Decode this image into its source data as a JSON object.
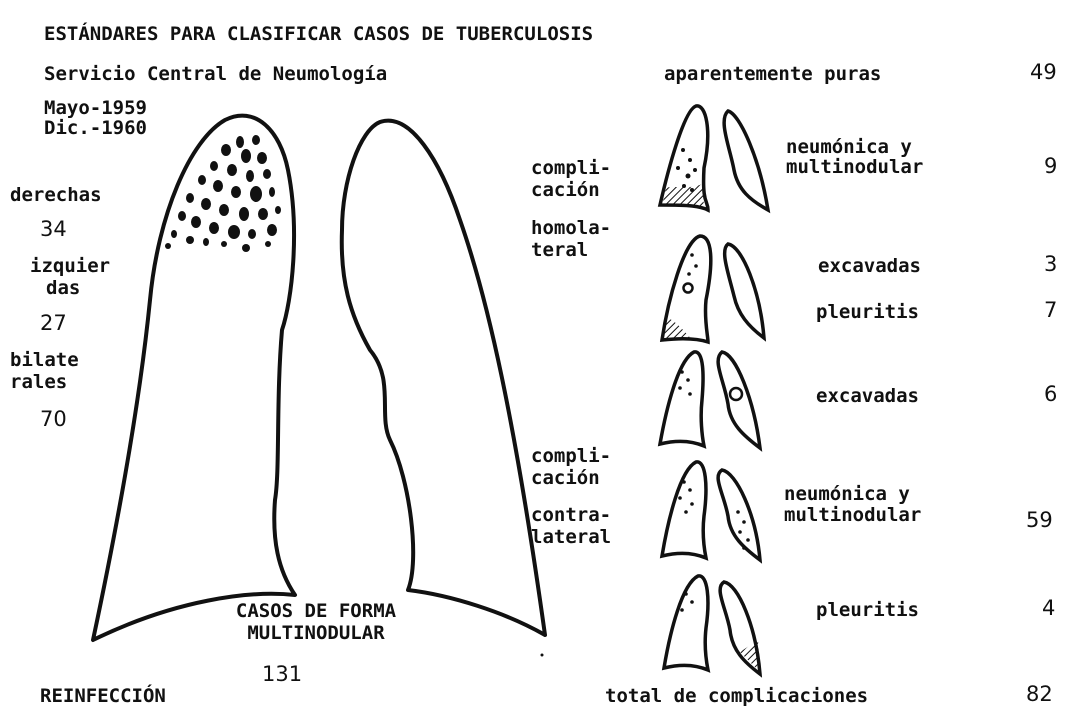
{
  "header": {
    "title": "ESTÁNDARES PARA CLASIFICAR CASOS DE TUBERCULOSIS",
    "service": "Servicio Central de Neumología",
    "date_from": "Mayo-1959",
    "date_to": "Dic.-1960"
  },
  "left_stats": {
    "derechas_label": "derechas",
    "derechas_value": "34",
    "izquierdas_label_1": "izquier",
    "izquierdas_label_2": "das",
    "izquierdas_value": "27",
    "bilaterales_label_1": "bilate",
    "bilaterales_label_2": "rales",
    "bilaterales_value": "70"
  },
  "center": {
    "caption_1": "CASOS DE FORMA",
    "caption_2": "MULTINODULAR",
    "total": "131"
  },
  "footer": {
    "left": "REINFECCIÓN",
    "total_label": "total de complicaciones",
    "total_value": "82"
  },
  "groups": {
    "homolateral_1": "compli-",
    "homolateral_2": "cación",
    "homolateral_3": "homola-",
    "homolateral_4": "teral",
    "contralateral_1": "compli-",
    "contralateral_2": "cación",
    "contralateral_3": "contra-",
    "contralateral_4": "lateral"
  },
  "right_rows": {
    "pure_label": "aparentemente puras",
    "pure_value": "49",
    "r1_label_1": "neumónica y",
    "r1_label_2": "multinodular",
    "r1_value": "9",
    "r2_label": "excavadas",
    "r2_value": "3",
    "r3_label": "pleuritis",
    "r3_value": "7",
    "r4_label": "excavadas",
    "r4_value": "6",
    "r5_label_1": "neumónica y",
    "r5_label_2": "multinodular",
    "r5_value": "59",
    "r6_label": "pleuritis",
    "r6_value": "4"
  }
}
